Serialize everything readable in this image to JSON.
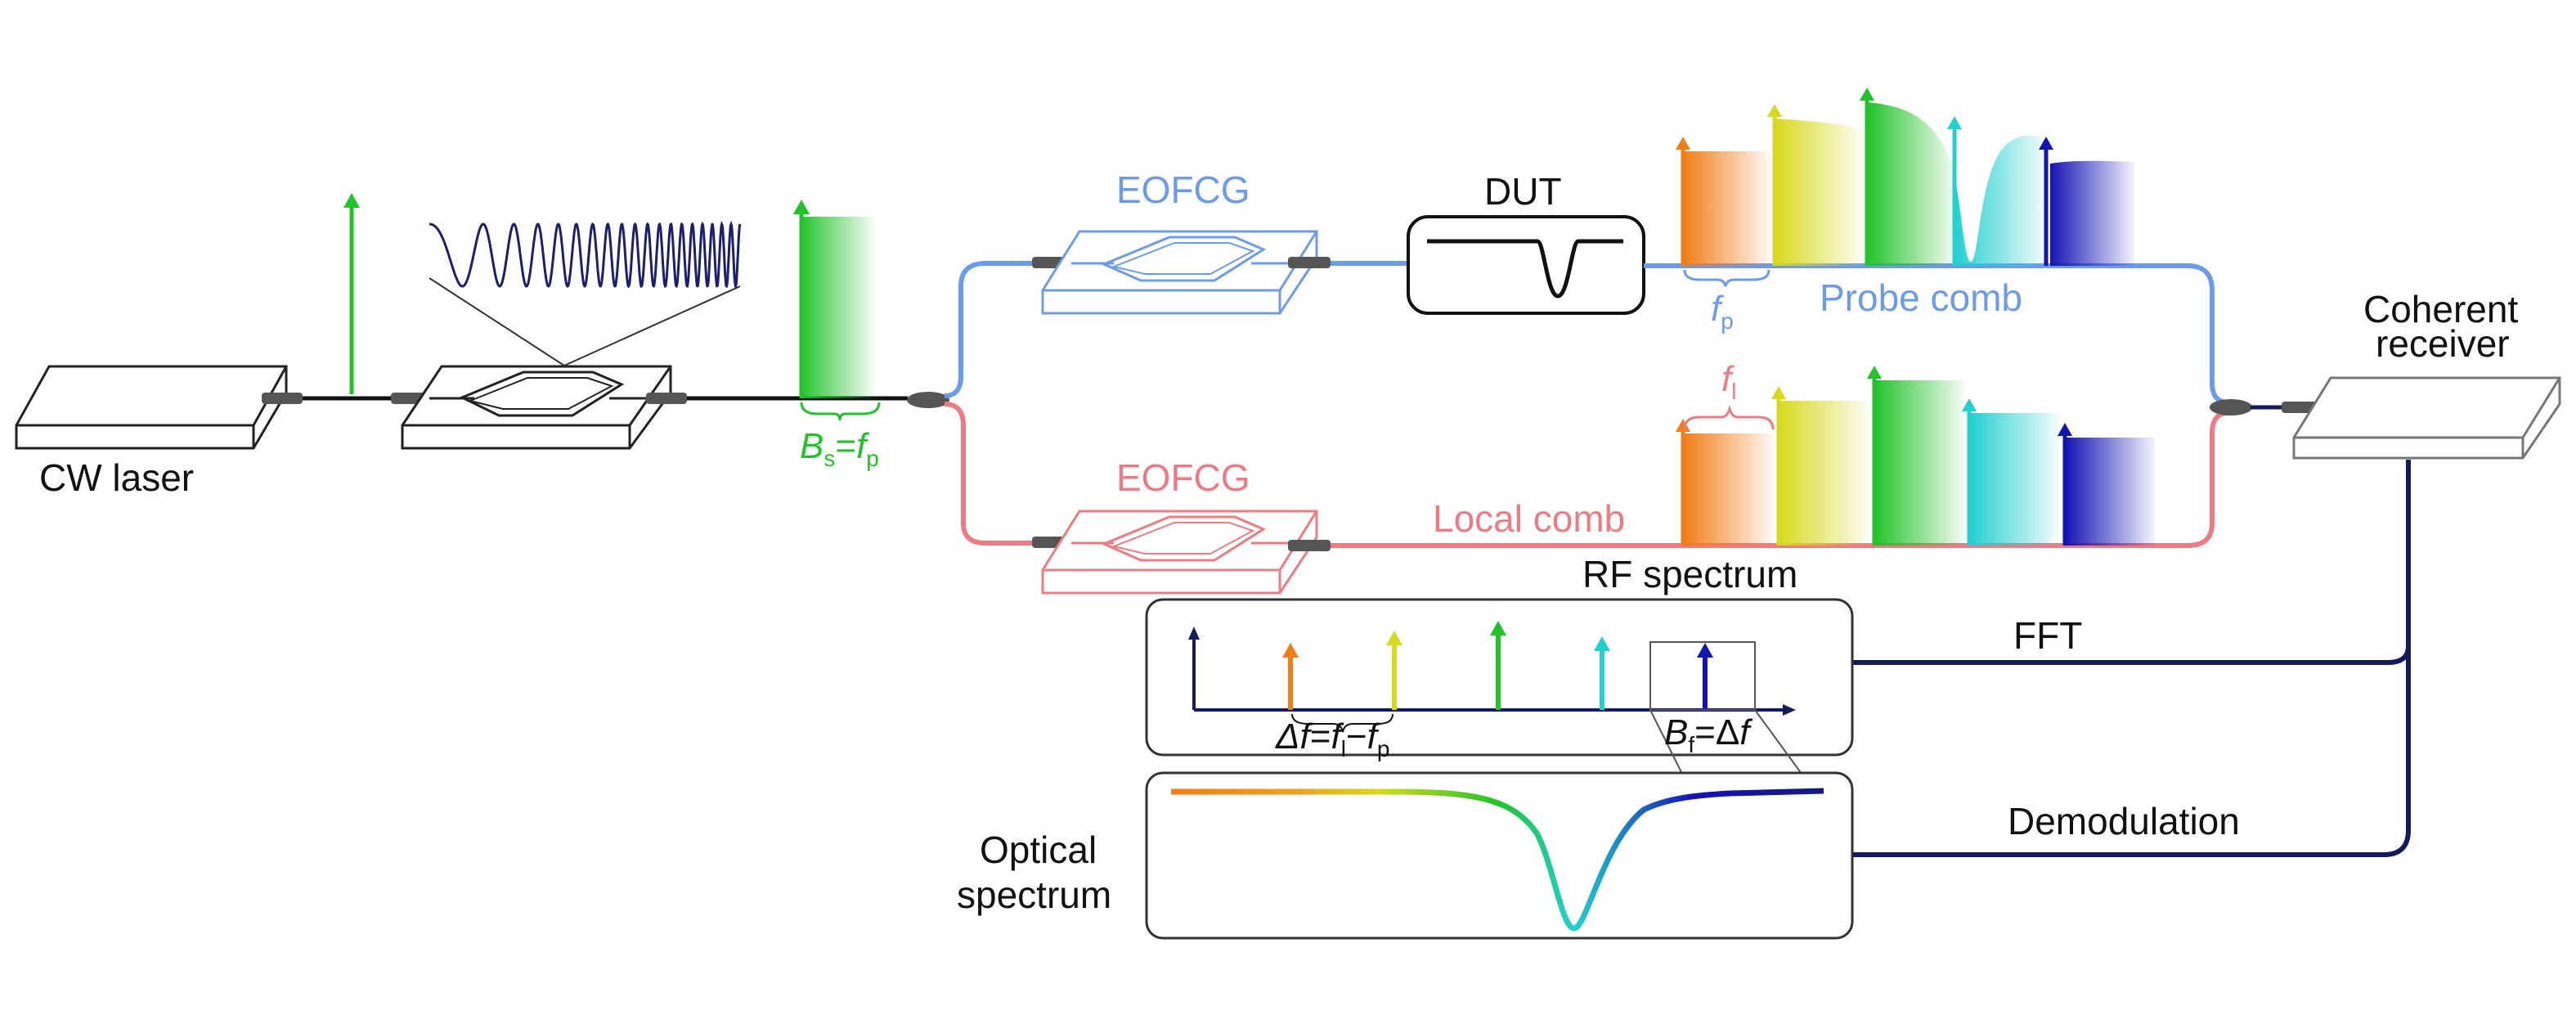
{
  "colors": {
    "probe": "#6c9be8",
    "local": "#ec7b83",
    "green": "#22c32a",
    "navy": "#141a5c",
    "grey": "#555555",
    "orange": "#f07d16",
    "yellow": "#d8d91c",
    "cyan": "#22cfd1",
    "blue": "#1414b4"
  },
  "labels": {
    "cw_laser": "CW laser",
    "eofcg_top": "EOFCG",
    "eofcg_bottom": "EOFCG",
    "dut": "DUT",
    "probe_comb": "Probe comb",
    "local_comb": "Local comb",
    "coherent_receiver_1": "Coherent",
    "coherent_receiver_2": "receiver",
    "rf_spectrum": "RF spectrum",
    "fft": "FFT",
    "demodulation": "Demodulation",
    "optical_spectrum_1": "Optical",
    "optical_spectrum_2": "spectrum"
  },
  "math": {
    "bs_main": "B",
    "bs_sub": "s",
    "bs_eq": "=",
    "bs_f": "f",
    "bs_fsub": "p",
    "fp_main": "f",
    "fp_sub": "p",
    "fl_main": "f",
    "fl_sub": "l",
    "delta_lhs": "Δf",
    "delta_eq": "=",
    "delta_f1": "f",
    "delta_s1": "l",
    "delta_minus": "−",
    "delta_f2": "f",
    "delta_s2": "p",
    "bf_main": "B",
    "bf_sub": "f",
    "bf_eq": "=Δ",
    "bf_f": "f"
  }
}
